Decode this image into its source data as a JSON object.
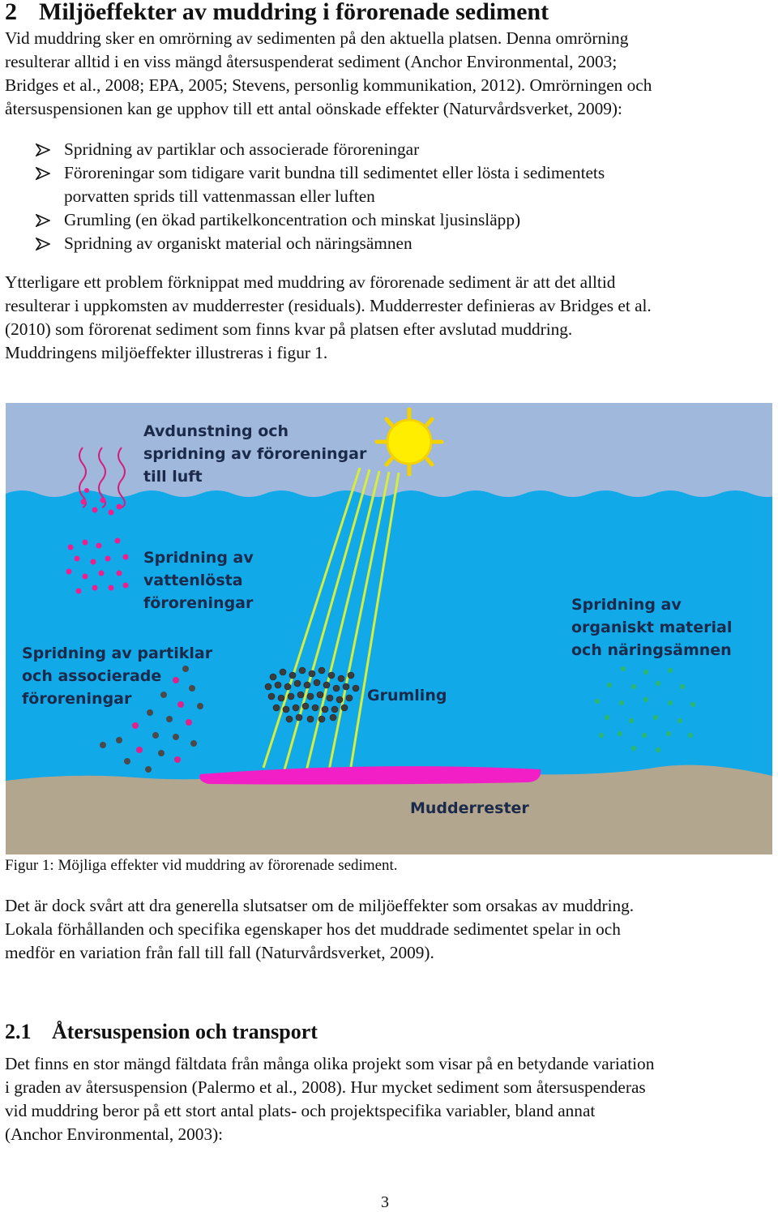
{
  "heading1": {
    "number": "2",
    "title": "Miljöeffekter av muddring i förorenade sediment"
  },
  "intro_lines": [
    "Vid muddring sker en omrörning av sedimenten på den aktuella platsen. Denna omrörning",
    "resulterar alltid i en viss mängd återsuspenderat sediment (Anchor Environmental, 2003;",
    "Bridges et al., 2008; EPA, 2005; Stevens, personlig kommunikation, 2012). Omrörningen och",
    "återsuspensionen kan ge upphov till ett antal oönskade effekter (Naturvårdsverket, 2009):"
  ],
  "bullets": [
    {
      "lines": [
        "Spridning av partiklar och associerade föroreningar"
      ]
    },
    {
      "lines": [
        "Föroreningar som tidigare varit bundna till sedimentet eller lösta i sedimentets",
        "porvatten sprids till vattenmassan eller luften"
      ]
    },
    {
      "lines": [
        "Grumling (en ökad partikelkoncentration och minskat ljusinsläpp)"
      ]
    },
    {
      "lines": [
        "Spridning av organiskt material och näringsämnen"
      ]
    }
  ],
  "para2_lines": [
    "Ytterligare ett problem förknippat med muddring av förorenade sediment är att det alltid",
    "resulterar i uppkomsten av mudderrester (residuals). Mudderrester definieras av Bridges et al.",
    "(2010) som förorenat sediment som finns kvar på platsen efter avslutad muddring.",
    "Muddringens miljöeffekter illustreras i figur 1."
  ],
  "figure": {
    "labels": {
      "evaporation": [
        "Avdunstning och",
        "spridning av föroreningar",
        "till luft"
      ],
      "dissolved": [
        "Spridning av",
        "vattenlösta",
        "föroreningar"
      ],
      "particles": [
        "Spridning av partiklar",
        "och associerade",
        "föroreningar"
      ],
      "turbidity": [
        "Grumling"
      ],
      "organic": [
        "Spridning av",
        "organiskt material",
        "och näringsämnen"
      ],
      "residuals": [
        "Mudderrester"
      ]
    },
    "colors": {
      "sky": "#9fb8db",
      "water": "#12a9e8",
      "sediment": "#b3a68f",
      "sun": "#ffee00",
      "pollutant": "#ee1f8f",
      "particle": "#4a4a4a",
      "nutrient": "#2bb673",
      "light_ray": "#d6ec3e"
    }
  },
  "caption": "Figur 1: Möjliga effekter vid muddring av förorenade sediment.",
  "para3_lines": [
    "Det är dock svårt att dra generella slutsatser om de miljöeffekter som orsakas av muddring.",
    "Lokala förhållanden och specifika egenskaper hos det muddrade sedimentet spelar in och",
    "medför en variation från fall till fall (Naturvårdsverket, 2009)."
  ],
  "heading2": {
    "number": "2.1",
    "title": "Återsuspension och transport"
  },
  "para4_lines": [
    "Det finns en stor mängd fältdata från många olika projekt som visar på en betydande variation",
    "i graden av återsuspension (Palermo et al., 2008). Hur mycket sediment som återsuspenderas",
    "vid muddring beror på ett stort antal plats- och projektspecifika variabler, bland annat",
    "(Anchor Environmental, 2003):"
  ],
  "page_number": "3"
}
